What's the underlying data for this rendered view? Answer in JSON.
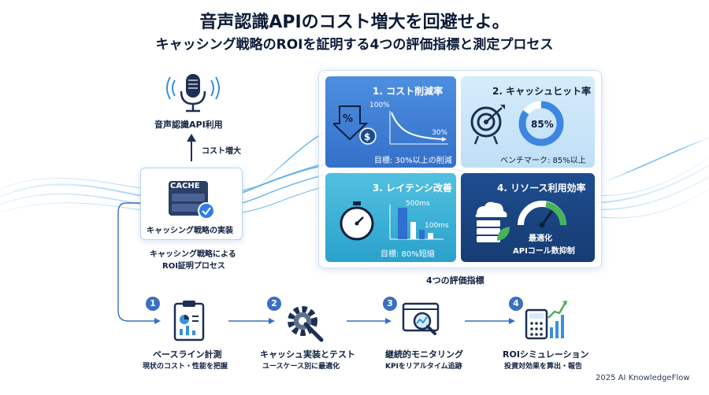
{
  "title": {
    "line1": "音声認識APIのコスト増大を回避せよ。",
    "line2": "キャッシング戦略のROIを証明する4つの評価指標と測定プロセス"
  },
  "left": {
    "mic_label": "音声認識API利用",
    "arrow_label": "コスト増大",
    "cache_text": "CACHE",
    "cache_box_label": "キャッシング戦略の実装",
    "process_label_line1": "キャッシング戦略による",
    "process_label_line2": "ROI証明プロセス"
  },
  "metrics": {
    "caption": "4つの評価指標",
    "cards": [
      {
        "title": "1. コスト削減率",
        "chart_start": "100%",
        "chart_end": "30%",
        "note": "目標: 30%以上の削減"
      },
      {
        "title": "2. キャッシュヒット率",
        "gauge_value": "85%",
        "note": "ベンチマーク: 85%以上"
      },
      {
        "title": "3. レイテンシ改善",
        "bar_high": "500ms",
        "bar_low": "100ms",
        "note": "目標: 80%短縮"
      },
      {
        "title": "4. リソース利用効率",
        "note_line1": "最適化",
        "note_line2": "APIコール数抑制"
      }
    ]
  },
  "steps": [
    {
      "num": "1",
      "title": "ベースライン計測",
      "desc": "現状のコスト・性能を把握"
    },
    {
      "num": "2",
      "title": "キャッシュ実装とテスト",
      "desc": "ユースケース別に最適化"
    },
    {
      "num": "3",
      "title": "継続的モニタリング",
      "desc": "KPIをリアルタイム追跡"
    },
    {
      "num": "4",
      "title": "ROIシミュレーション",
      "desc": "投資対効果を算出・報告"
    }
  ],
  "footer": "2025 AI KnowledgeFlow",
  "colors": {
    "primary": "#3a6fc4",
    "navy": "#163c73",
    "cyan": "#2aa2cc",
    "light": "#d6ecfb"
  }
}
